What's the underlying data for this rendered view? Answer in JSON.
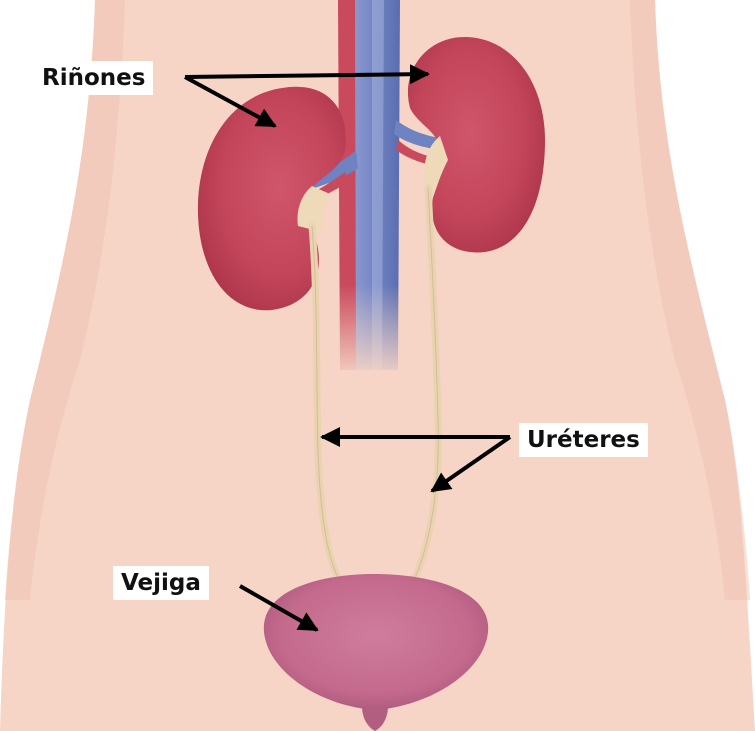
{
  "labels": {
    "kidneys": "Riñones",
    "ureters": "Uréteres",
    "bladder": "Vejiga"
  },
  "colors": {
    "skin": "#f6d5c6",
    "kidney": "#c2455b",
    "vein": "#6f82c2",
    "artery": "#c94a5c",
    "ureter": "#eed9b8",
    "bladder": "#c96f92",
    "arrow": "#000000",
    "label_background": "#ffffff"
  }
}
